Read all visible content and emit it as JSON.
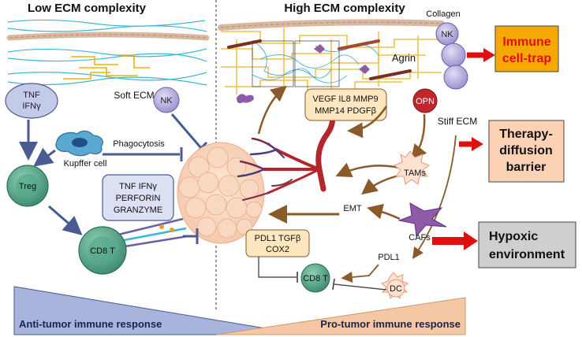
{
  "headings": {
    "low": "Low ECM complexity",
    "high": "High ECM complexity"
  },
  "labels": {
    "soft_ecm": "Soft ECM",
    "tnf": "TNF",
    "ifn": "IFNγ",
    "nk": "NK",
    "phagocytosis": "Phagocytosis",
    "kupffer": "Kupffer cell",
    "treg": "Treg",
    "cytokines": [
      "TNF IFNγ",
      "PERFORIN",
      "GRANZYME"
    ],
    "cd8t": "CD8 T",
    "collagen": "Collagen",
    "agrin": "Agrin",
    "opn": "OPN",
    "stiff_ecm": "Stiff ECM",
    "vegf": [
      "VEGF IL8 MMP9",
      "MMP14 PDGFβ"
    ],
    "tams": "TAMs",
    "emt": "EMT",
    "cafs": "CAFs",
    "pdl1_box": [
      "PDL1 TGFβ",
      "COX2"
    ],
    "pdl1": "PDL1",
    "dc": "DC"
  },
  "outcomes": {
    "immune_trap": [
      "Immune",
      "cell-trap"
    ],
    "therapy": [
      "Therapy-",
      "diffusion",
      "barrier"
    ],
    "hypoxic": [
      "Hypoxic",
      "environment"
    ]
  },
  "responses": {
    "anti": "Anti-tumor immune response",
    "pro": "Pro-tumor immune response"
  },
  "colors": {
    "arrow_blue": "#4a5a92",
    "arrow_brown": "#8a5a2a",
    "outcome_red": "#e01010",
    "immune_box": "#f5a800",
    "therapy_box": "#fcd2b4",
    "hypoxic_box": "#cfcfcf"
  }
}
